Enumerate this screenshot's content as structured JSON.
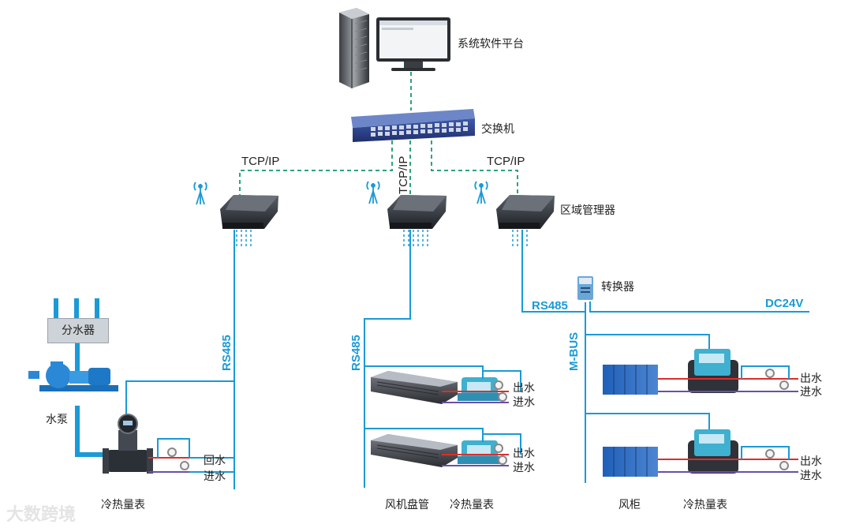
{
  "labels": {
    "platform": "系统软件平台",
    "switch": "交换机",
    "tcp_left": "TCP/IP",
    "tcp_center": "TCP/IP",
    "tcp_right": "TCP/IP",
    "area_manager": "区域管理器",
    "converter": "转换器",
    "rs485_left": "RS485",
    "rs485_center": "RS485",
    "rs485_right": "RS485",
    "dc24v": "DC24V",
    "mbus": "M-BUS",
    "distributor": "分水器",
    "pump": "水泵",
    "return_water": "回水",
    "inlet_left": "进水",
    "out1": "出水",
    "in1": "进水",
    "out2": "出水",
    "in2": "进水",
    "out3": "出水",
    "in3": "进水",
    "out4": "出水",
    "in4": "进水",
    "meter_left": "冷热量表",
    "fan_coil": "风机盘管",
    "meter_center": "冷热量表",
    "air_cabinet": "风柜",
    "meter_right": "冷热量表",
    "watermark": "大数跨境"
  },
  "colors": {
    "bus_line": "#1a9ad6",
    "tcp_line": "#2aa676",
    "supply_pipe": "#d9302c",
    "return_pipe": "#6a4fa8",
    "device_dark": "#2b2f36"
  }
}
